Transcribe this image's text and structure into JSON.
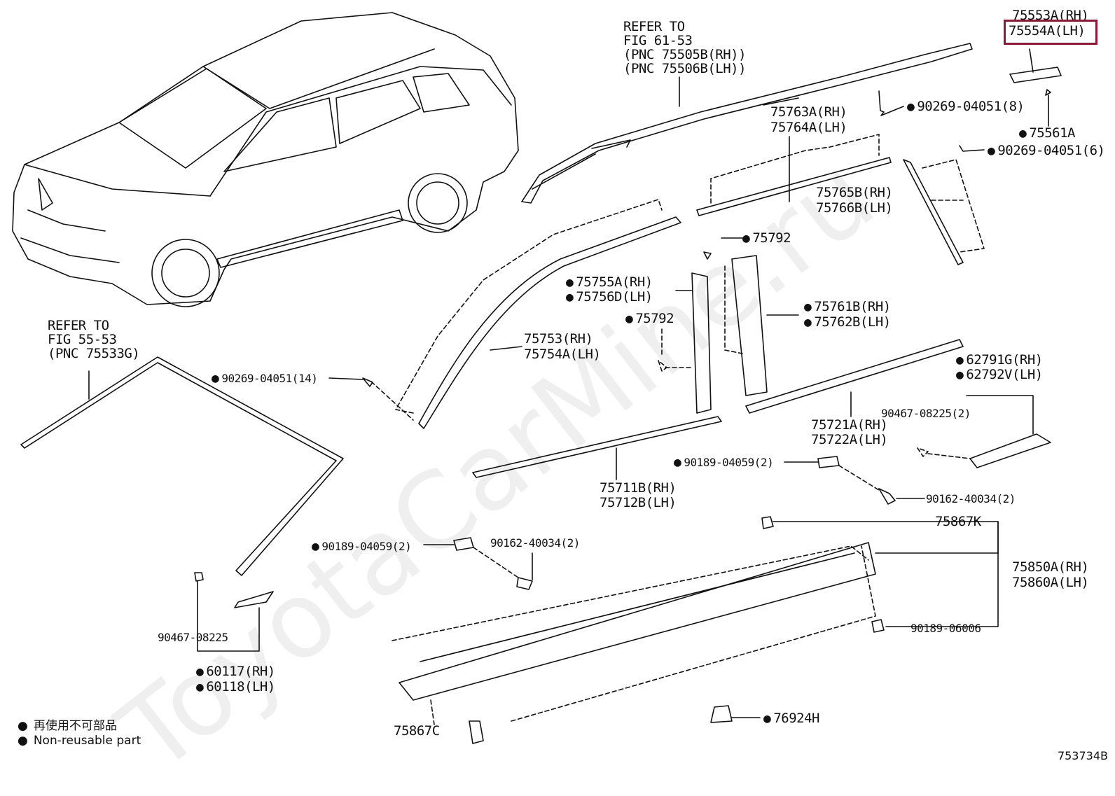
{
  "watermark": "ToyotaCarMine.ru",
  "refs": {
    "roof_rail": [
      "REFER TO",
      "FIG 61-53",
      "(PNC 75505B(RH))",
      "(PNC 75506B(LH))"
    ],
    "windshield": [
      "REFER TO",
      "FIG 55-53",
      "(PNC 75533G)"
    ]
  },
  "parts": {
    "p75553A": "75553A(RH)",
    "p75554A": "75554A(LH)",
    "p90269_8": "90269-04051(8)",
    "p75561A": "75561A",
    "p90269_6": "90269-04051(6)",
    "p75763A": "75763A(RH)",
    "p75764A": "75764A(LH)",
    "p75765B": "75765B(RH)",
    "p75766B": "75766B(LH)",
    "p75792a": "75792",
    "p75755A": "75755A(RH)",
    "p75756D": "75756D(LH)",
    "p75761B": "75761B(RH)",
    "p75762B": "75762B(LH)",
    "p75792b": "75792",
    "p75753": "75753(RH)",
    "p75754A": "75754A(LH)",
    "p90269_14": "90269-04051(14)",
    "p62791G": "62791G(RH)",
    "p62792V": "62792V(LH)",
    "p90467_2": "90467-08225(2)",
    "p75721A": "75721A(RH)",
    "p75722A": "75722A(LH)",
    "p90189_r": "90189-04059(2)",
    "p90162_r": "90162-40034(2)",
    "p75711B": "75711B(RH)",
    "p75712B": "75712B(LH)",
    "p75867K": "75867K",
    "p75850A": "75850A(RH)",
    "p75860A": "75860A(LH)",
    "p90189_l": "90189-04059(2)",
    "p90162_l": "90162-40034(2)",
    "p90189_06006": "90189-06006",
    "p90467_1": "90467-08225",
    "p60117": "60117(RH)",
    "p60118": "60118(LH)",
    "p76924H": "76924H",
    "p75867C": "75867C"
  },
  "legend": {
    "reuse_cn": "再使用不可部品",
    "reuse_en": "Non-reusable part"
  },
  "diagram_code": "753734B",
  "highlight_color": "#8b1a3a"
}
